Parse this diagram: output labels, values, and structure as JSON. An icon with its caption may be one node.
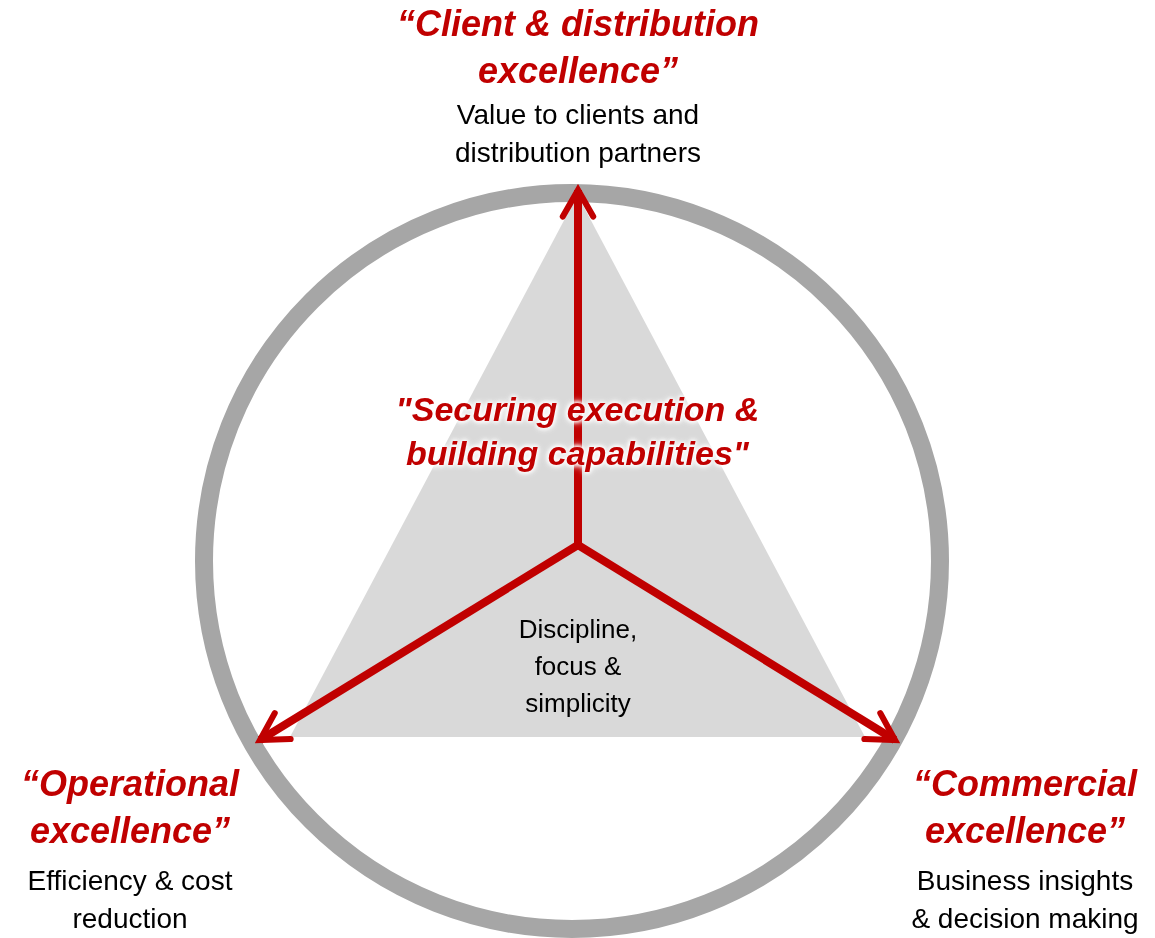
{
  "diagram": {
    "nodes": [
      {
        "text": [
          "“Client & distribution excellence”",
          "Value to clients and distribution partners"
        ]
      },
      {
        "text": [
          "“Operational excellence”",
          "Efficiency & cost reduction"
        ]
      },
      {
        "text": [
          "“Commercial excellence”",
          "Business insights & decision making"
        ]
      },
      {
        "text": [
          "\"Securing execution & building capabilities\"",
          "Discipline, focus & simplicity"
        ]
      }
    ],
    "edges": [
      {
        "from": 3,
        "to": 0,
        "arrow": "to"
      },
      {
        "from": 3,
        "to": 1,
        "arrow": "to"
      },
      {
        "from": 3,
        "to": 2,
        "arrow": "to"
      }
    ]
  }
}
